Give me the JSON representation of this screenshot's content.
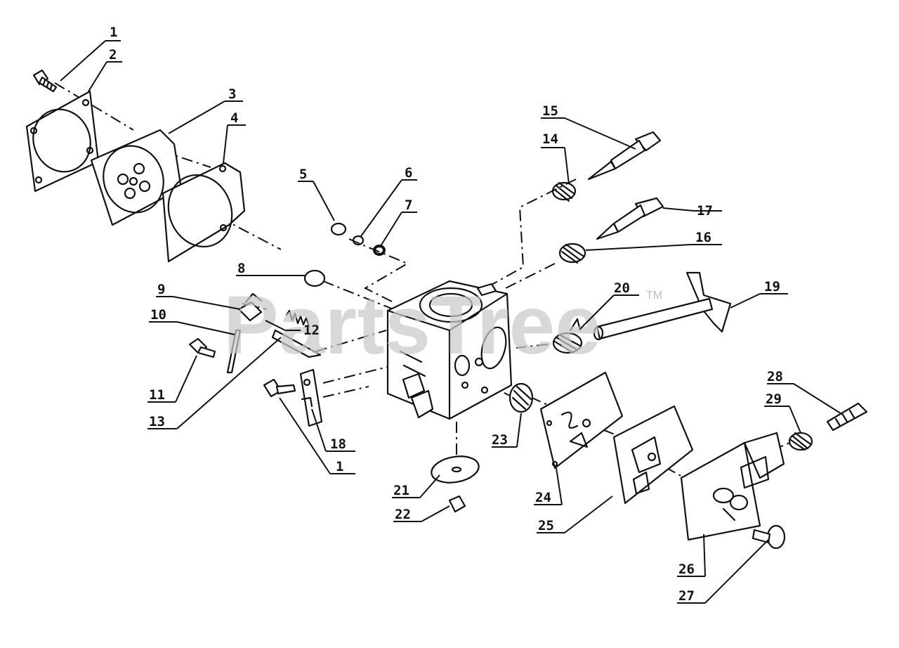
{
  "diagram": {
    "watermark": "PartsTree",
    "trademark": "TM",
    "parts": [
      {
        "id": "label-1a",
        "text": "1"
      },
      {
        "id": "label-2",
        "text": "2"
      },
      {
        "id": "label-3",
        "text": "3"
      },
      {
        "id": "label-4",
        "text": "4"
      },
      {
        "id": "label-5",
        "text": "5"
      },
      {
        "id": "label-6",
        "text": "6"
      },
      {
        "id": "label-7",
        "text": "7"
      },
      {
        "id": "label-8",
        "text": "8"
      },
      {
        "id": "label-9",
        "text": "9"
      },
      {
        "id": "label-10",
        "text": "10"
      },
      {
        "id": "label-11",
        "text": "11"
      },
      {
        "id": "label-12",
        "text": "12"
      },
      {
        "id": "label-13",
        "text": "13"
      },
      {
        "id": "label-14",
        "text": "14"
      },
      {
        "id": "label-15",
        "text": "15"
      },
      {
        "id": "label-16",
        "text": "16"
      },
      {
        "id": "label-17",
        "text": "17"
      },
      {
        "id": "label-18",
        "text": "18"
      },
      {
        "id": "label-1b",
        "text": "1"
      },
      {
        "id": "label-19",
        "text": "19"
      },
      {
        "id": "label-20",
        "text": "20"
      },
      {
        "id": "label-21",
        "text": "21"
      },
      {
        "id": "label-22",
        "text": "22"
      },
      {
        "id": "label-23",
        "text": "23"
      },
      {
        "id": "label-24",
        "text": "24"
      },
      {
        "id": "label-25",
        "text": "25"
      },
      {
        "id": "label-26",
        "text": "26"
      },
      {
        "id": "label-27",
        "text": "27"
      },
      {
        "id": "label-28",
        "text": "28"
      },
      {
        "id": "label-29",
        "text": "29"
      }
    ]
  }
}
